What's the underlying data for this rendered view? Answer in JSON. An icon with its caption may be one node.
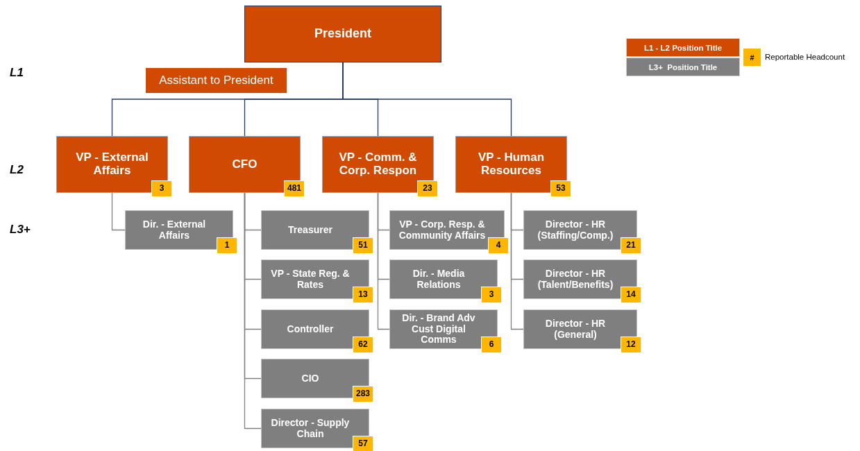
{
  "diagram": {
    "nodes": [
      {
        "text": [
          "President"
        ]
      },
      {
        "text": [
          "Assistant to President"
        ]
      },
      {
        "text": [
          "VP - External Affairs",
          "3"
        ]
      },
      {
        "text": [
          "CFO",
          "481"
        ]
      },
      {
        "text": [
          "VP - Comm. & Corp. Respon",
          "23"
        ]
      },
      {
        "text": [
          "VP - Human Resources",
          "53"
        ]
      },
      {
        "text": [
          "Dir. - External Affairs",
          "1"
        ]
      },
      {
        "text": [
          "Treasurer",
          "51"
        ]
      },
      {
        "text": [
          "VP - State Reg. & Rates",
          "13"
        ]
      },
      {
        "text": [
          "Controller",
          "62"
        ]
      },
      {
        "text": [
          "CIO",
          "283"
        ]
      },
      {
        "text": [
          "Director - Supply Chain",
          "57"
        ]
      },
      {
        "text": [
          "VP - Corp. Resp. & Community Affairs",
          "4"
        ]
      },
      {
        "text": [
          "Dir. - Media Relations",
          "3"
        ]
      },
      {
        "text": [
          "Dir. - Brand Adv Cust Digital Comms",
          "6"
        ]
      },
      {
        "text": [
          "Director - HR (Staffing/Comp.)",
          "21"
        ]
      },
      {
        "text": [
          "Director - HR (Talent/Benefits)",
          "14"
        ]
      },
      {
        "text": [
          "Director - HR (General)",
          "12"
        ]
      }
    ],
    "edges": [
      {
        "from": 0,
        "to": 2,
        "arrow": "none",
        "color": "#1f3b6e"
      },
      {
        "from": 0,
        "to": 3,
        "arrow": "none",
        "color": "#1f3b6e"
      },
      {
        "from": 0,
        "to": 4,
        "arrow": "none",
        "color": "#1f3b6e"
      },
      {
        "from": 0,
        "to": 5,
        "arrow": "none",
        "color": "#1f3b6e"
      },
      {
        "from": 2,
        "to": 6,
        "arrow": "none"
      },
      {
        "from": 3,
        "to": 7,
        "arrow": "none"
      },
      {
        "from": 3,
        "to": 8,
        "arrow": "none"
      },
      {
        "from": 3,
        "to": 9,
        "arrow": "none"
      },
      {
        "from": 3,
        "to": 10,
        "arrow": "none"
      },
      {
        "from": 3,
        "to": 11,
        "arrow": "none"
      },
      {
        "from": 4,
        "to": 12,
        "arrow": "none"
      },
      {
        "from": 4,
        "to": 13,
        "arrow": "none"
      },
      {
        "from": 4,
        "to": 14,
        "arrow": "none"
      },
      {
        "from": 5,
        "to": 15,
        "arrow": "none"
      },
      {
        "from": 5,
        "to": 16,
        "arrow": "none"
      },
      {
        "from": 5,
        "to": 17,
        "arrow": "none"
      }
    ],
    "labels": [
      "L1",
      "L2",
      "L3+",
      "#"
    ],
    "legend": [
      {
        "text": "L1 - L2 Position Title",
        "color": "#d04a02"
      },
      {
        "text": "L3+  Position Title",
        "color": "#7f7f7f"
      },
      {
        "text": "Reportable Headcount",
        "color": "#ffb600"
      }
    ]
  }
}
